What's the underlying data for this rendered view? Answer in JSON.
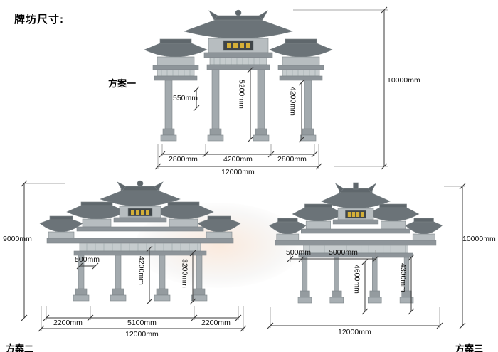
{
  "page": {
    "title": "牌坊尺寸:"
  },
  "schemes": {
    "one": {
      "label": "方案一",
      "dims": {
        "h550": "550mm",
        "h5200": "5200mm",
        "h4200": "4200mm",
        "total_height": "10000mm",
        "bottom_left": "2800mm",
        "bottom_mid": "4200mm",
        "bottom_right": "2800mm",
        "total_width": "12000mm"
      }
    },
    "two": {
      "label": "方案二",
      "dims": {
        "total_height": "9000mm",
        "w500": "500mm",
        "h4200": "4200mm",
        "h3200": "3200mm",
        "bottom_left": "2200mm",
        "bottom_mid": "5100mm",
        "bottom_right": "2200mm",
        "total_width": "12000mm"
      }
    },
    "three": {
      "label": "方案三",
      "dims": {
        "total_height": "10000mm",
        "w500": "500mm",
        "w5000": "5000mm",
        "h4600": "4600mm",
        "h4300": "4300mm",
        "total_width": "12000mm"
      }
    }
  }
}
